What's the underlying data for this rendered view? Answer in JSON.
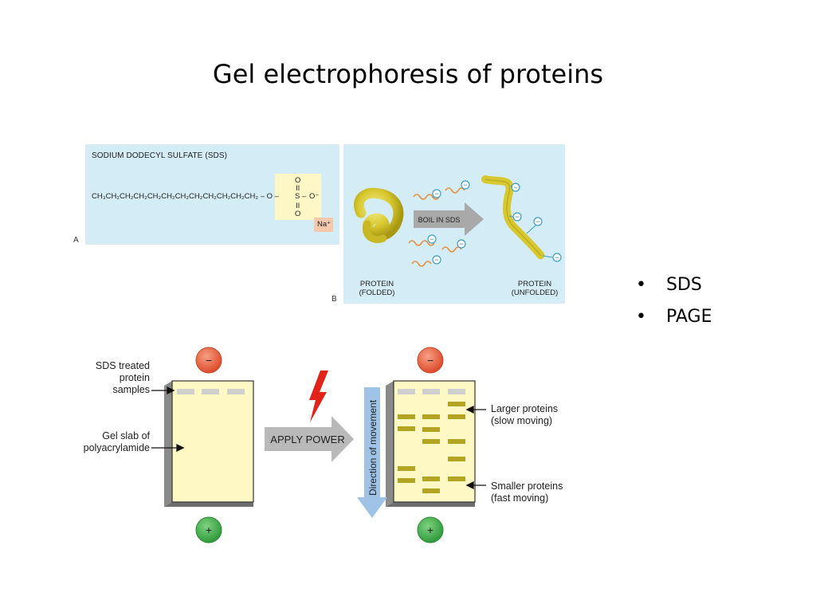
{
  "slide": {
    "title": "Gel electrophoresis of proteins",
    "bullets": [
      "SDS",
      "PAGE"
    ]
  },
  "panel_a": {
    "heading": "SODIUM DODECYL SULFATE (SDS)",
    "chain_formula": "CH₃CH₂CH₂CH₂CH₂CH₂CH₂CH₂CH₂CH₂CH₂CH₂ – O –",
    "sulfur": "S",
    "oxygen": "O",
    "oxygen_anion": "O⁻",
    "double_bond": "II",
    "sodium": "Na⁺",
    "letter": "A"
  },
  "panel_b": {
    "arrow_label": "BOIL IN SDS",
    "folded_label": [
      "PROTEIN",
      "(FOLDED)"
    ],
    "unfolded_label": [
      "PROTEIN",
      "(UNFOLDED)"
    ],
    "letter": "B",
    "charge_symbol": "−"
  },
  "gel": {
    "samples_label": [
      "SDS treated",
      "protein",
      "samples"
    ],
    "slab_label": [
      "Gel slab of",
      "polyacrylamide"
    ],
    "apply_power": "APPLY POWER",
    "direction": "Direction of movement",
    "larger_label": [
      "Larger proteins",
      "(slow moving)"
    ],
    "smaller_label": [
      "Smaller proteins",
      "(fast moving)"
    ],
    "negative": "−",
    "positive": "+",
    "colors": {
      "gel_fill": "#fdf8c4",
      "band": "#b3a421",
      "well": "#cfcfcf",
      "cathode": "#e8593c",
      "anode": "#3daa4a",
      "bolt": "#e2231a",
      "arrow_grey": "#b9b9b9",
      "direction_blue": "#9ec3e6"
    }
  }
}
